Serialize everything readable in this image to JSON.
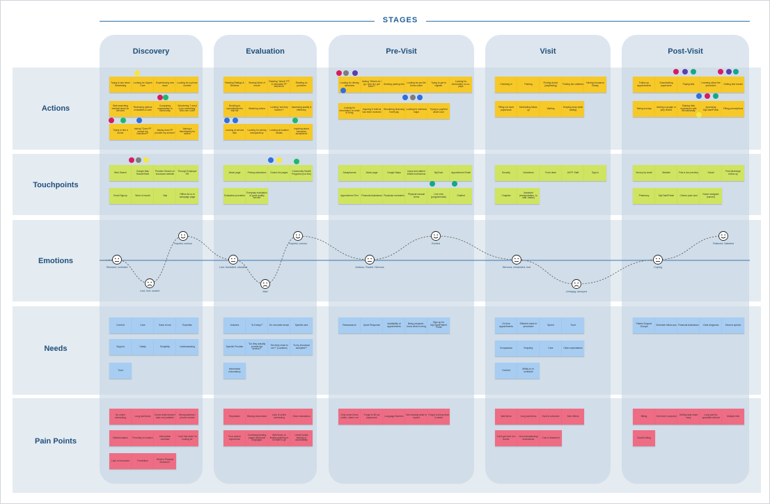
{
  "header": {
    "stages_label": "STAGES"
  },
  "rows": [
    "Actions",
    "Touchpoints",
    "Emotions",
    "Needs",
    "Pain Points"
  ],
  "stages": [
    {
      "name": "Discovery",
      "actions": [
        {
          "t": "Trying to see when Scheduling"
        },
        {
          "t": "Looking for Urgent Care"
        },
        {
          "t": "Experiencing new issue"
        },
        {
          "t": "Looking for a phone number"
        },
        {
          "t": "Web searching medical issue for services"
        },
        {
          "t": "Reviewing options of facilities & care"
        },
        {
          "t": "Comparing organization to community"
        },
        {
          "t": "Wondering \"I need to do something\" Who can I call?"
        },
        {
          "t": "Trying to find a doctor"
        },
        {
          "t": "Asking \"Does PF accept my insurance?\""
        },
        {
          "t": "Asking does PF provide my service?"
        },
        {
          "t": "Asking a friend/family for advice"
        }
      ],
      "touchpoints": [
        {
          "t": "Web Search"
        },
        {
          "t": "Google Map Search/Near"
        },
        {
          "t": "Provider Search on insurance website"
        },
        {
          "t": "Through Employer HR"
        },
        {
          "t": "Email Signup"
        },
        {
          "t": "Word of mouth"
        },
        {
          "t": "Yelp"
        },
        {
          "t": "Offline Ad or to campaign page"
        }
      ],
      "needs": [
        {
          "t": "Comfort"
        },
        {
          "t": "Care"
        },
        {
          "t": "Ease of use"
        },
        {
          "t": "Expertise"
        },
        {
          "t": "Support"
        },
        {
          "t": "Clarity"
        },
        {
          "t": "Simplicity"
        },
        {
          "t": "Understanding"
        },
        {
          "t": "Trust"
        }
      ],
      "pains": [
        {
          "t": "No online scheduling"
        },
        {
          "t": "Long wait times"
        },
        {
          "t": "Doctor listed doesn't take new patients"
        },
        {
          "t": "Wrong address / phone number"
        },
        {
          "t": "Misinformation"
        },
        {
          "t": "Proximity to location"
        },
        {
          "t": "Information overload"
        },
        {
          "t": "Can't find what I'm looking for"
        },
        {
          "t": "Lack of resources"
        },
        {
          "t": "Frustration"
        },
        {
          "t": "What is Physical Medicine?"
        }
      ]
    },
    {
      "name": "Evaluation",
      "actions": [
        {
          "t": "Reading Ratings & Reviews"
        },
        {
          "t": "Sharing Word of mouth"
        },
        {
          "t": "Reading \"About\" PF & education PF stands for"
        },
        {
          "t": "Reading on providers"
        },
        {
          "t": "Deciding to specialist/doctor that fits"
        },
        {
          "t": "Watching videos"
        },
        {
          "t": "Looking \"are they modern?\""
        },
        {
          "t": "Assessing quality & efficiency"
        },
        {
          "t": "Looking at service lists"
        },
        {
          "t": "Looking for pricing transparency"
        },
        {
          "t": "Looking at location details"
        },
        {
          "t": "Inquiring about insurance acceptance"
        }
      ],
      "touchpoints": [
        {
          "t": "About page"
        },
        {
          "t": "Pricing calculators"
        },
        {
          "t": "Doctor bio pages"
        },
        {
          "t": "Community Health Programs (not live)"
        },
        {
          "t": "Evaluation providers"
        },
        {
          "t": "Everyday evaluation of good quality service"
        }
      ],
      "needs": [
        {
          "t": "Answers"
        },
        {
          "t": "\"Is it easy?\""
        },
        {
          "t": "Do not make sense"
        },
        {
          "t": "Specific care"
        },
        {
          "t": "Specific Provider"
        },
        {
          "t": "\"Do they actually provide the service?\""
        },
        {
          "t": "\"Are they close to me?\" (Location)"
        },
        {
          "t": "\"Is my insurance accepted?\""
        },
        {
          "t": "Information redundancy"
        }
      ],
      "pains": [
        {
          "t": "Reputation"
        },
        {
          "t": "Missing information"
        },
        {
          "t": "Lack of online scheduling"
        },
        {
          "t": "Clear evaluations"
        },
        {
          "t": "Poor search experience"
        },
        {
          "t": "Confusing landing pages (technical language)"
        },
        {
          "t": "Wait times on finding anything to be able to go"
        },
        {
          "t": "Unmet family friendly or accessibility"
        }
      ]
    },
    {
      "name": "Pre-Visit",
      "actions": [
        {
          "t": "Looking for driving directions"
        },
        {
          "t": "Asking \"Where do I go, how do I get there?\""
        },
        {
          "t": "Seeking parking info"
        },
        {
          "t": "Looking for pre-file forms online"
        },
        {
          "t": "Trying to get to register"
        },
        {
          "t": "Looking for information on co-pays"
        },
        {
          "t": "Looking for information on what to bring"
        },
        {
          "t": "Inquiring if referral has been received"
        },
        {
          "t": "Wondering financing if self pay"
        },
        {
          "t": "Looking for wellness maps"
        },
        {
          "t": "Trying to pay/find what's due"
        }
      ],
      "touchpoints": [
        {
          "t": "Sanapharma"
        },
        {
          "t": "About page"
        },
        {
          "t": "Google Maps"
        },
        {
          "t": "Injury and patient intake instructions"
        },
        {
          "t": "MyChart"
        },
        {
          "t": "Appointment Email"
        },
        {
          "t": "Appointment Text"
        },
        {
          "t": "Financial Assistance"
        },
        {
          "t": "Physician reminders"
        },
        {
          "t": "Physical manual forms"
        },
        {
          "t": "Live chat (programmatic)"
        },
        {
          "t": "Chatbot"
        }
      ],
      "needs": [
        {
          "t": "Reassurance"
        },
        {
          "t": "Quick Response"
        },
        {
          "t": "Availability of appointments"
        },
        {
          "t": "Being prepared - know what to bring"
        },
        {
          "t": "Sign-up for MyChart/Patient Portal"
        }
      ],
      "pains": [
        {
          "t": "Only some forms online, others not"
        },
        {
          "t": "Forgot to fill out paperwork"
        },
        {
          "t": "Language Barriers"
        },
        {
          "t": "Not knowing what to expect"
        },
        {
          "t": "Forgot to bring what it needs"
        }
      ]
    },
    {
      "name": "Visit",
      "actions": [
        {
          "t": "Checking in"
        },
        {
          "t": "Parking"
        },
        {
          "t": "Finding doctor (wayfinding)"
        },
        {
          "t": "Finding the cafeteria"
        },
        {
          "t": "Having Insurance Ready"
        },
        {
          "t": "Filling out more paperwork"
        },
        {
          "t": "Scheduling follow-up"
        },
        {
          "t": "Waiting"
        },
        {
          "t": "Keeping busy while waiting"
        }
      ],
      "touchpoints": [
        {
          "t": "Security"
        },
        {
          "t": "Volunteers"
        },
        {
          "t": "Front desk"
        },
        {
          "t": "All PF Staff"
        },
        {
          "t": "Sign in"
        },
        {
          "t": "Chaplain"
        },
        {
          "t": "Assistant (transportation, tv, wait, intake)"
        }
      ],
      "needs": [
        {
          "t": "On time appointments"
        },
        {
          "t": "Efficient check in procedure"
        },
        {
          "t": "Speed"
        },
        {
          "t": "Trust"
        },
        {
          "t": "Compassion"
        },
        {
          "t": "Empathy"
        },
        {
          "t": "Care"
        },
        {
          "t": "Clear expectations"
        },
        {
          "t": "Comfort"
        },
        {
          "t": "Ability to re-schedule"
        }
      ],
      "pains": [
        {
          "t": "Wait times"
        },
        {
          "t": "Long wait times"
        },
        {
          "t": "Hard to schedule"
        },
        {
          "t": "Side effects"
        },
        {
          "t": "Can't get hold of a doctor"
        },
        {
          "t": "Not understanding instructions"
        },
        {
          "t": "Cost of treatment"
        }
      ]
    },
    {
      "name": "Post-Visit",
      "actions": [
        {
          "t": "Follow-up appointments"
        },
        {
          "t": "Downloading paperwork"
        },
        {
          "t": "Paying bills"
        },
        {
          "t": "Learning about the procedure"
        },
        {
          "t": "Getting test results"
        },
        {
          "t": "Taking surveys"
        },
        {
          "t": "Adding a google or yelp review"
        },
        {
          "t": "Sharing their experience with friends/family"
        },
        {
          "t": "Accessing MyChart/Portal"
        },
        {
          "t": "Filling prescriptions"
        }
      ],
      "touchpoints": [
        {
          "t": "Survey by email"
        },
        {
          "t": "Website"
        },
        {
          "t": "Find a doc (review)"
        },
        {
          "t": "Social"
        },
        {
          "t": "Post discharge follow-up"
        },
        {
          "t": "Pharmacy"
        },
        {
          "t": "MyChart/Portal"
        },
        {
          "t": "Cheers post card"
        },
        {
          "t": "Nurse navigator (cancer)"
        }
      ],
      "needs": [
        {
          "t": "Patient Support Groups"
        },
        {
          "t": "Schedule follow-ups"
        },
        {
          "t": "Financial Assistance"
        },
        {
          "t": "Clear diagnosis"
        },
        {
          "t": "Second opinion"
        }
      ],
      "pains": [
        {
          "t": "Billing"
        },
        {
          "t": "Get what I expected"
        },
        {
          "t": "Getting lady make easy"
        },
        {
          "t": "Long wait for specialist referral"
        },
        {
          "t": "Multiple bills"
        },
        {
          "t": "Double billing"
        }
      ]
    }
  ],
  "emotions": [
    {
      "label": "Stressed, confused",
      "mood": "neutral"
    },
    {
      "label": "Lost, hurt, scared",
      "mood": "sad"
    },
    {
      "label": "Hopeful, curious",
      "mood": "happy"
    },
    {
      "label": "Lost, frustrated, skeptical",
      "mood": "neutral"
    },
    {
      "label": "Mad",
      "mood": "sad"
    },
    {
      "label": "Hopeful, curious",
      "mood": "happy"
    },
    {
      "label": "Anxious, Pauled, Nervous",
      "mood": "neutral"
    },
    {
      "label": "Excited",
      "mood": "happy"
    },
    {
      "label": "Nervous, exhausted, hurt",
      "mood": "neutral"
    },
    {
      "label": "Unhappy, annoyed",
      "mood": "sad"
    },
    {
      "label": "Coping",
      "mood": "neutral"
    },
    {
      "label": "Relieved, Satisfied",
      "mood": "happy"
    }
  ],
  "colors": {
    "pink": "#d81b60",
    "grey": "#7d7d7d",
    "yellow": "#f5e642",
    "green": "#1fb86a",
    "blue": "#2f6fe0",
    "purple": "#5b3fb0",
    "teal": "#17a58c"
  }
}
